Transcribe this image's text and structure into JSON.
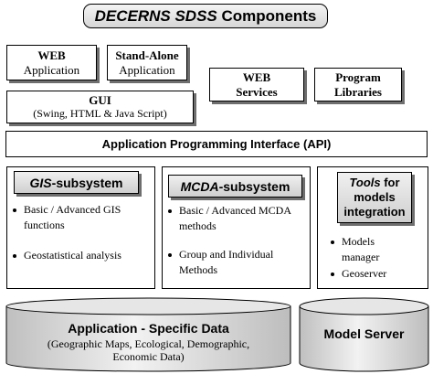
{
  "title": {
    "italic": "DECERNS SDSS",
    "rest": " Components"
  },
  "top": {
    "web_app": [
      "WEB",
      "Application"
    ],
    "standalone": [
      "Stand-Alone",
      "Application"
    ],
    "web_services": [
      "WEB",
      "Services"
    ],
    "program_libraries": [
      "Program",
      "Libraries"
    ],
    "gui": [
      "GUI",
      "(Swing, HTML & Java Script)"
    ]
  },
  "api": "Application Programming Interface (API)",
  "gis": {
    "title_italic": "GIS",
    "title_rest": "-subsystem",
    "items": [
      "Basic / Advanced GIS functions",
      "Geostatistical analysis"
    ]
  },
  "mcda": {
    "title_italic": "MCDA",
    "title_rest": "-subsystem",
    "items": [
      "Basic / Advanced MCDA methods",
      "Group and Individual Methods"
    ]
  },
  "tools": {
    "title_italic": "Tools",
    "title_rest": " for",
    "title_line2": "models",
    "title_line3": "integration",
    "items": [
      "Models manager",
      "Geoserver"
    ]
  },
  "bottom": {
    "app_data_title": "Application - Specific Data",
    "app_data_sub1": "(Geographic Maps, Ecological, Demographic,",
    "app_data_sub2": "Economic Data)",
    "model_server": "Model Server"
  }
}
